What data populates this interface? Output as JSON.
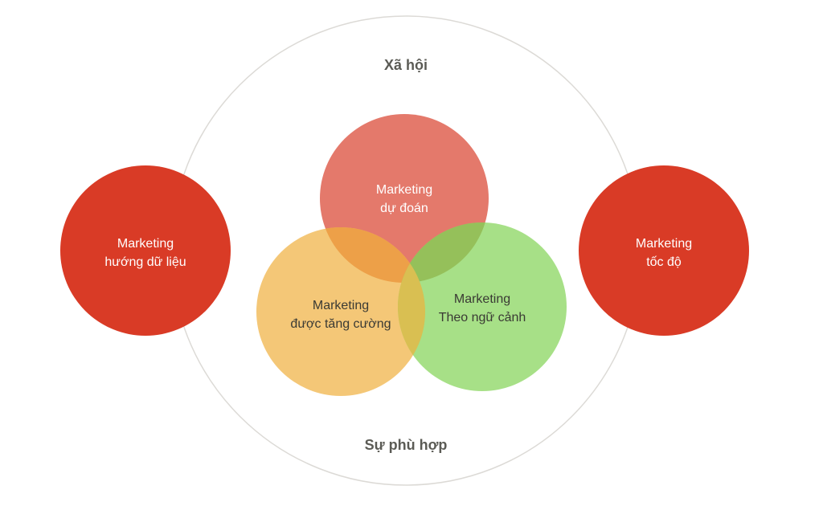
{
  "diagram": {
    "outer_ring": {
      "top_label": "Xã hội",
      "bottom_label": "Sự phù hợp",
      "stroke_color": "#dcdad6"
    },
    "side_circles": [
      {
        "line1": "Marketing",
        "line2": "hướng dữ liệu",
        "color": "#d93b26"
      },
      {
        "line1": "Marketing",
        "line2": "tốc độ",
        "color": "#d93b26"
      }
    ],
    "venn_circles": [
      {
        "line1": "Marketing",
        "line2": "dự đoán",
        "color": "#e4796b",
        "text_color": "#ffffff"
      },
      {
        "line1": "Marketing",
        "line2": "được tăng cường",
        "color": "#f3c26b",
        "text_color": "#3a3a34"
      },
      {
        "line1": "Marketing",
        "line2": "Theo ngữ cảnh",
        "color": "#98db72",
        "text_color": "#3a3a34"
      }
    ]
  }
}
